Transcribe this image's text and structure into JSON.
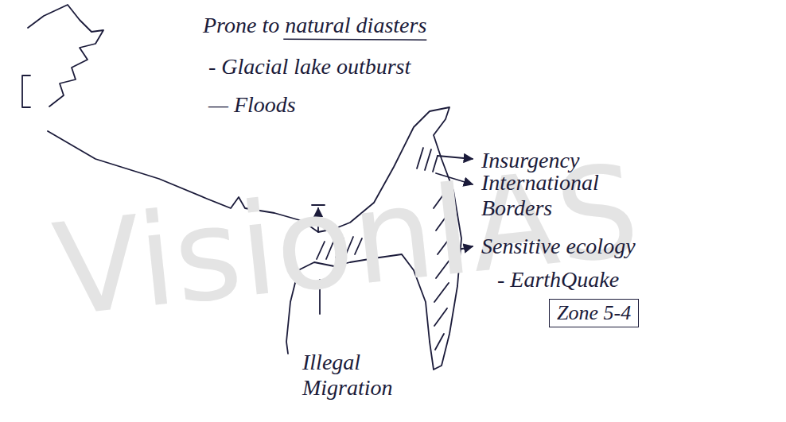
{
  "diagram": {
    "nodes": [
      {
        "text": [
          "Zone 5-4"
        ]
      }
    ],
    "labels": [
      "Prone to natural diasters",
      "- Glacial lake outburst",
      "— Floods",
      "Insurgency",
      "International Borders",
      "Sensitive ecology",
      "- EarthQuake",
      "Illegal Migration",
      "VisionIAS"
    ]
  }
}
